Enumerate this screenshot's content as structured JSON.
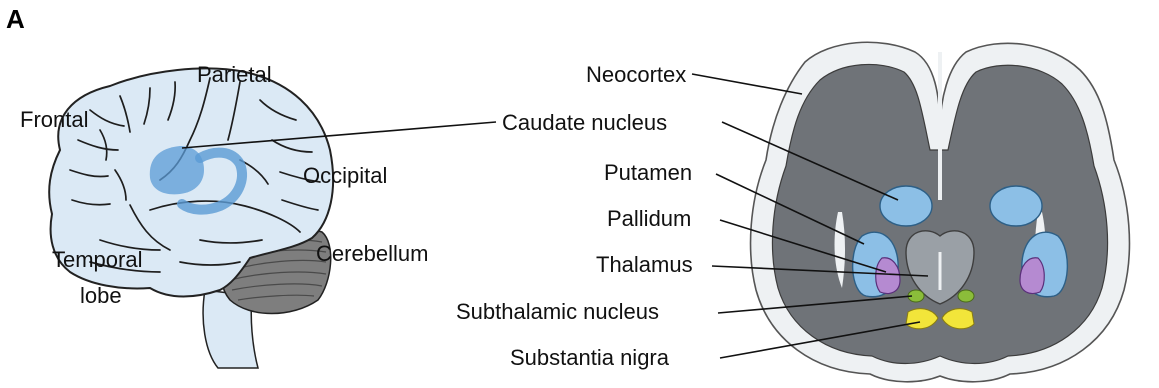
{
  "panel_label": "A",
  "lateral_view": {
    "labels": {
      "parietal": "Parietal",
      "frontal": "Frontal",
      "occipital": "Occipital",
      "temporal_line1": "Temporal",
      "temporal_line2": "lobe",
      "cerebellum": "Cerebellum"
    }
  },
  "coronal_section": {
    "labels": {
      "neocortex": "Neocortex",
      "caudate_nucleus": "Caudate nucleus",
      "putamen": "Putamen",
      "pallidum": "Pallidum",
      "thalamus": "Thalamus",
      "subthalamic_nucleus": "Subthalamic nucleus",
      "substantia_nigra": "Substantia nigra"
    }
  },
  "colors": {
    "brain_fill": "#dbe9f5",
    "highlight_blue": "#5b9bd5",
    "cerebellum": "#7e7e7e",
    "gray_matter": "#6f7378",
    "white_matter_outer": "#eef1f3",
    "caudate_putamen": "#8cbfe6",
    "pallidum": "#b58ad1",
    "thalamus": "#9aa0a6",
    "subthalamic": "#8bbd3a",
    "nigra": "#f2e53a"
  }
}
